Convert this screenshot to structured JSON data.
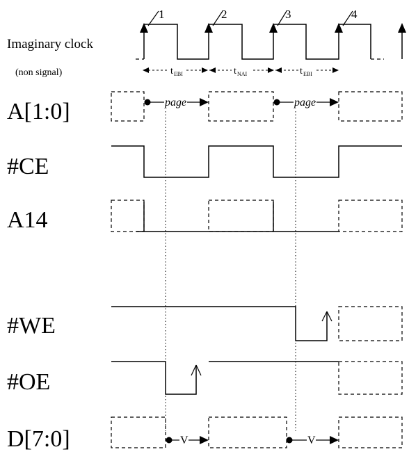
{
  "clock": {
    "label": "Imaginary clock",
    "sublabel": "(non signal)",
    "cycles": [
      "1",
      "2",
      "3",
      "4"
    ]
  },
  "timings": [
    {
      "main": "t",
      "sub": "EBI"
    },
    {
      "main": "t",
      "sub": "NAI"
    },
    {
      "main": "t",
      "sub": "EBI"
    }
  ],
  "signals": {
    "addr_low": "A[1:0]",
    "ce": "#CE",
    "a14": "A14",
    "we": "#WE",
    "oe": "#OE",
    "data": "D[7:0]"
  },
  "annotations": {
    "page_1": "page",
    "page_2": "page",
    "valid_1": "V",
    "valid_2": "V"
  }
}
